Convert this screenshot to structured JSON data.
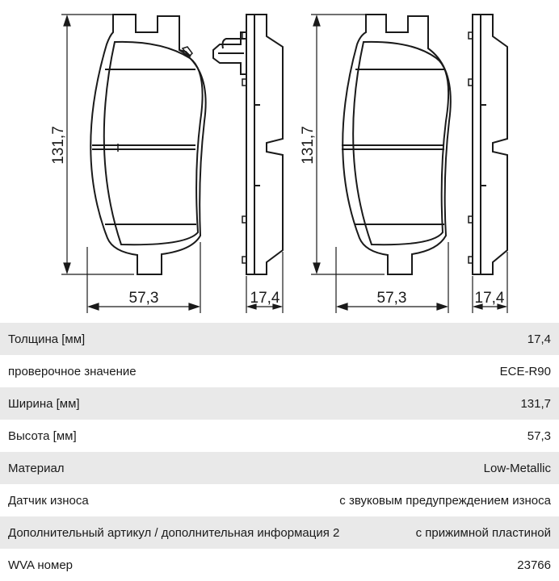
{
  "drawing": {
    "dimensions": {
      "left_height": "131,7",
      "left_width": "57,3",
      "left_thickness": "17,4",
      "right_height": "131,7",
      "right_width": "57,3",
      "right_thickness": "17,4"
    }
  },
  "specs": [
    {
      "label": "Толщина [мм]",
      "value": "17,4"
    },
    {
      "label": "проверочное значение",
      "value": "ECE-R90"
    },
    {
      "label": "Ширина [мм]",
      "value": "131,7"
    },
    {
      "label": "Высота [мм]",
      "value": "57,3"
    },
    {
      "label": "Материал",
      "value": "Low-Metallic"
    },
    {
      "label": "Датчик износа",
      "value": "с звуковым предупреждением износа"
    },
    {
      "label": "Дополнительный артикул / дополнительная информация 2",
      "value": "с прижимной пластиной"
    },
    {
      "label": "WVA номер",
      "value": "23766"
    }
  ]
}
